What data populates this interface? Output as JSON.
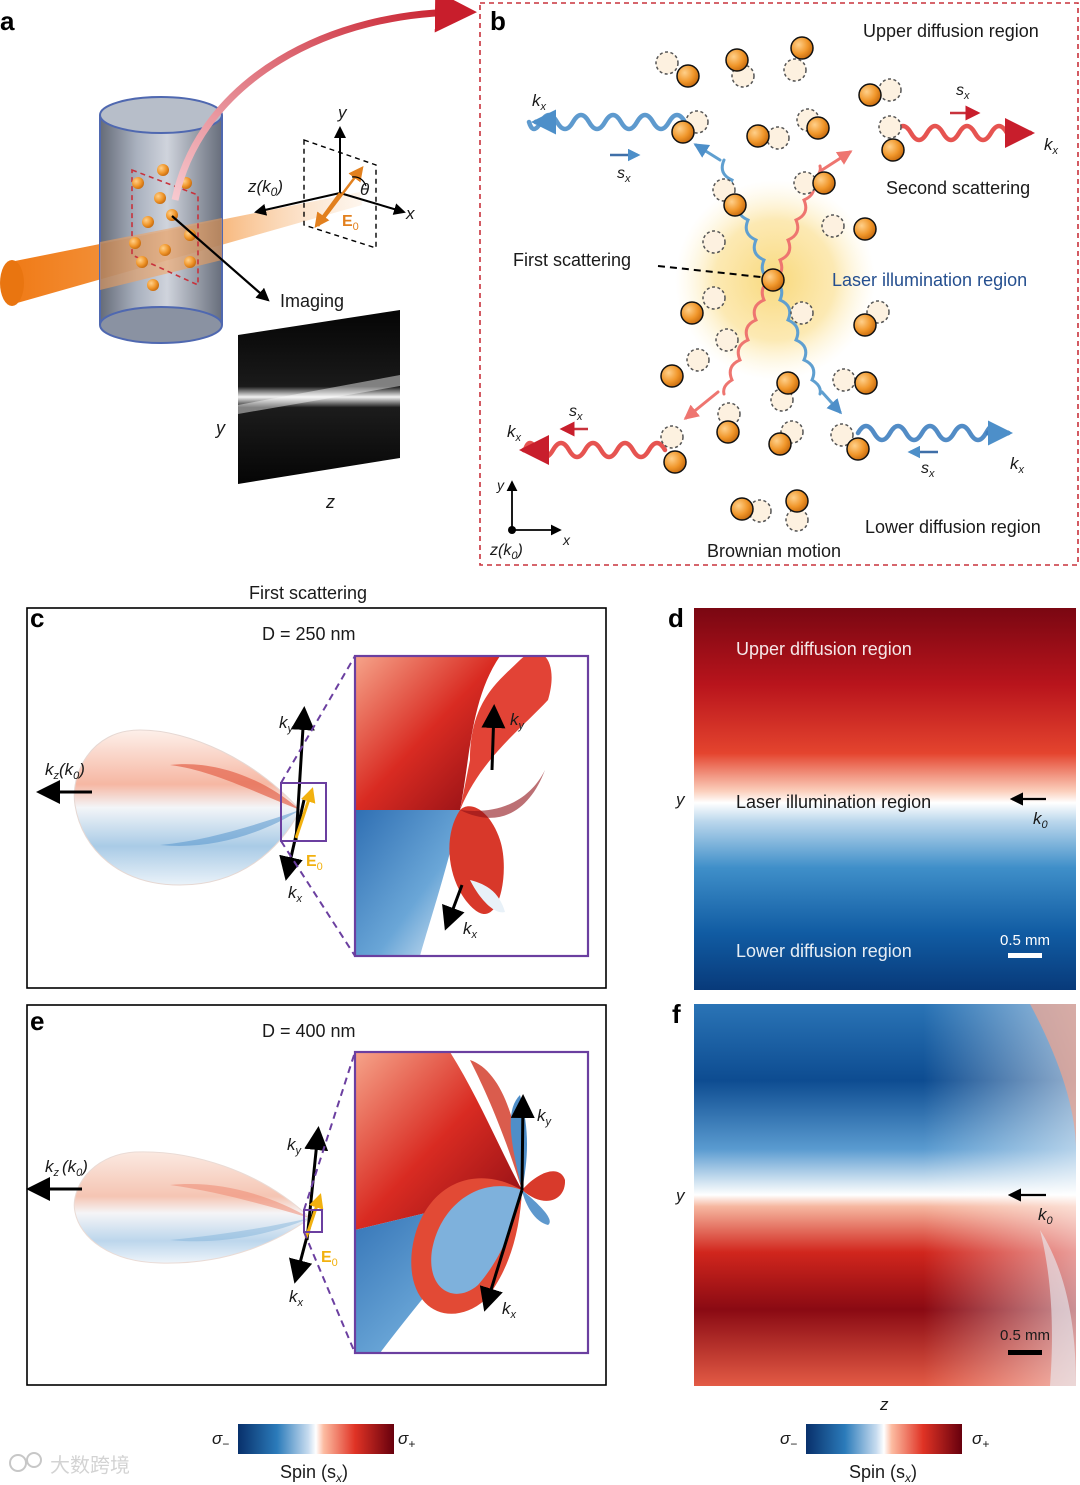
{
  "panels": {
    "a": {
      "letter": "a",
      "imaging_label": "Imaging",
      "axis_y": "y",
      "axis_x": "x",
      "axis_z_k0": "z(k",
      "axis_z_k0_sub": "0",
      "axis_z_k0_close": ")",
      "theta": "θ",
      "E0": "E",
      "E0_sub": "0",
      "image_axis_y": "y",
      "image_axis_z": "z"
    },
    "b": {
      "letter": "b",
      "upper_region": "Upper diffusion region",
      "lower_region": "Lower diffusion region",
      "laser_region": "Laser illumination region",
      "first_scattering": "First scattering",
      "second_scattering": "Second scattering",
      "brownian_motion": "Brownian motion",
      "kx": "k",
      "kx_sub": "x",
      "sx": "s",
      "sx_sub": "x",
      "axis_y": "y",
      "axis_x": "x",
      "axis_z": "z(k",
      "axis_z_sub": "0",
      "axis_z_close": ")"
    },
    "c": {
      "letter": "c",
      "header": "First scattering",
      "diameter": "D = 250 nm",
      "kz": "k",
      "kz_sub": "z",
      "kz_paren": "(k",
      "kz_paren_sub": "0",
      "kz_close": ")",
      "ky": "k",
      "ky_sub": "y",
      "kx": "k",
      "kx_sub": "x",
      "E0": "E",
      "E0_sub": "0"
    },
    "d": {
      "letter": "d",
      "upper_region": "Upper diffusion region",
      "laser_region": "Laser illumination region",
      "lower_region": "Lower diffusion region",
      "axis_y": "y",
      "k0": "k",
      "k0_sub": "0",
      "scale_bar": "0.5 mm"
    },
    "e": {
      "letter": "e",
      "diameter": "D = 400 nm",
      "kz": "k",
      "kz_sub": "z",
      "kz_paren": "(k",
      "kz_paren_sub": "0",
      "kz_close": ")",
      "ky": "k",
      "ky_sub": "y",
      "kx": "k",
      "kx_sub": "x",
      "E0": "E",
      "E0_sub": "0"
    },
    "f": {
      "letter": "f",
      "axis_y": "y",
      "axis_z": "z",
      "k0": "k",
      "k0_sub": "0",
      "scale_bar": "0.5 mm"
    }
  },
  "colorbars": {
    "left": {
      "min_label": "σ",
      "min_sub": "−",
      "max_label": "σ",
      "max_sub": "+",
      "title": "Spin (s",
      "title_sub": "x",
      "title_close": ")"
    },
    "right": {
      "min_label": "σ",
      "min_sub": "−",
      "max_label": "σ",
      "max_sub": "+",
      "title": "Spin (s",
      "title_sub": "x",
      "title_close": ")"
    }
  },
  "watermark": "大数跨境",
  "colors": {
    "spin_negative": "#08306b",
    "spin_neutral": "#ffffff",
    "spin_positive": "#67000d",
    "particle": "#f0962a",
    "dashed_frame": "#c8323c",
    "zoom_frame": "#6b3fa0",
    "laser": "#f08a24"
  }
}
